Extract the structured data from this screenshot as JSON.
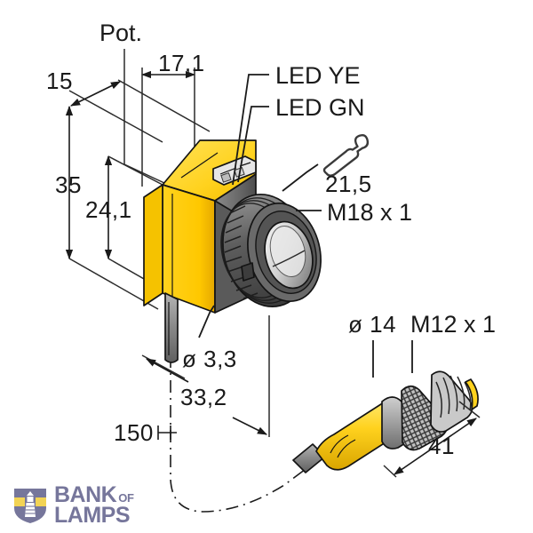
{
  "drawing": {
    "title": "Photoelectric sensor dimensional drawing",
    "background_color": "#ffffff",
    "line_color": "#1a1a1a",
    "body_color": "#FFD21E",
    "body_shadow_color": "#E0A800",
    "metal_color": "#9a9a9a",
    "dark_metal_color": "#4a4a4a",
    "lens_color": "#d8d8d8"
  },
  "labels": {
    "pot": "Pot.",
    "led_ye": "LED YE",
    "led_gn": "LED GN",
    "wrench_size": "21,5",
    "thread_sensor": "M18 x 1",
    "dia_cable": "ø 3,3",
    "dia_connector": "ø 14",
    "thread_connector": "M12 x 1"
  },
  "dimensions": {
    "width_top": "15",
    "depth_top": "17,1",
    "height_total": "35",
    "height_inner": "24,1",
    "depth_body": "33,2",
    "cable_length": "150",
    "connector_length": "41"
  },
  "icons": {
    "wrench": "wrench-icon"
  },
  "watermark": {
    "line1_main": "BANK",
    "line1_sub": "OF",
    "line2_main": "LAMPS",
    "color": "#6f6f96",
    "accent": "#F2D14B"
  }
}
